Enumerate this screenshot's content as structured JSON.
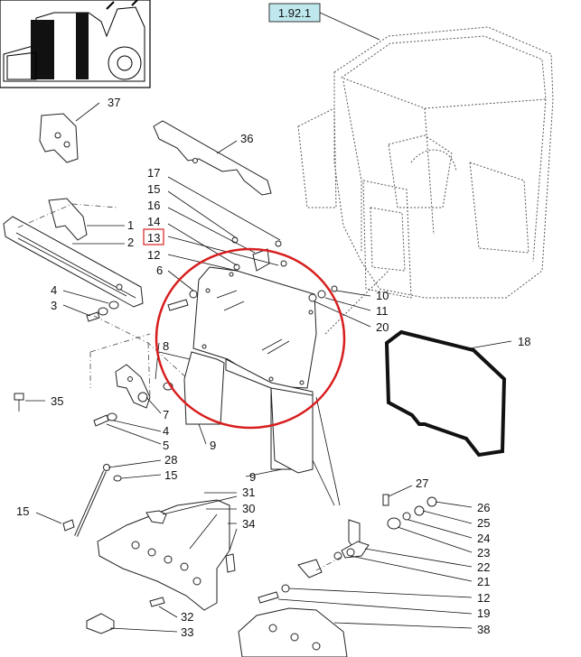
{
  "page": {
    "reference": "1.92.1",
    "reference_bg": "#bfe8ee",
    "highlight_color": "#d81e1e"
  },
  "callouts": [
    "37",
    "36",
    "17",
    "15",
    "16",
    "14",
    "13",
    "12",
    "6",
    "1",
    "2",
    "4",
    "3",
    "10",
    "11",
    "20",
    "8",
    "18",
    "35",
    "7",
    "4",
    "5",
    "9",
    "28",
    "15",
    "9",
    "27",
    "26",
    "25",
    "24",
    "23",
    "22",
    "21",
    "12",
    "19",
    "38",
    "31",
    "30",
    "34",
    "15",
    "32",
    "33"
  ],
  "boxed_callout": "13"
}
